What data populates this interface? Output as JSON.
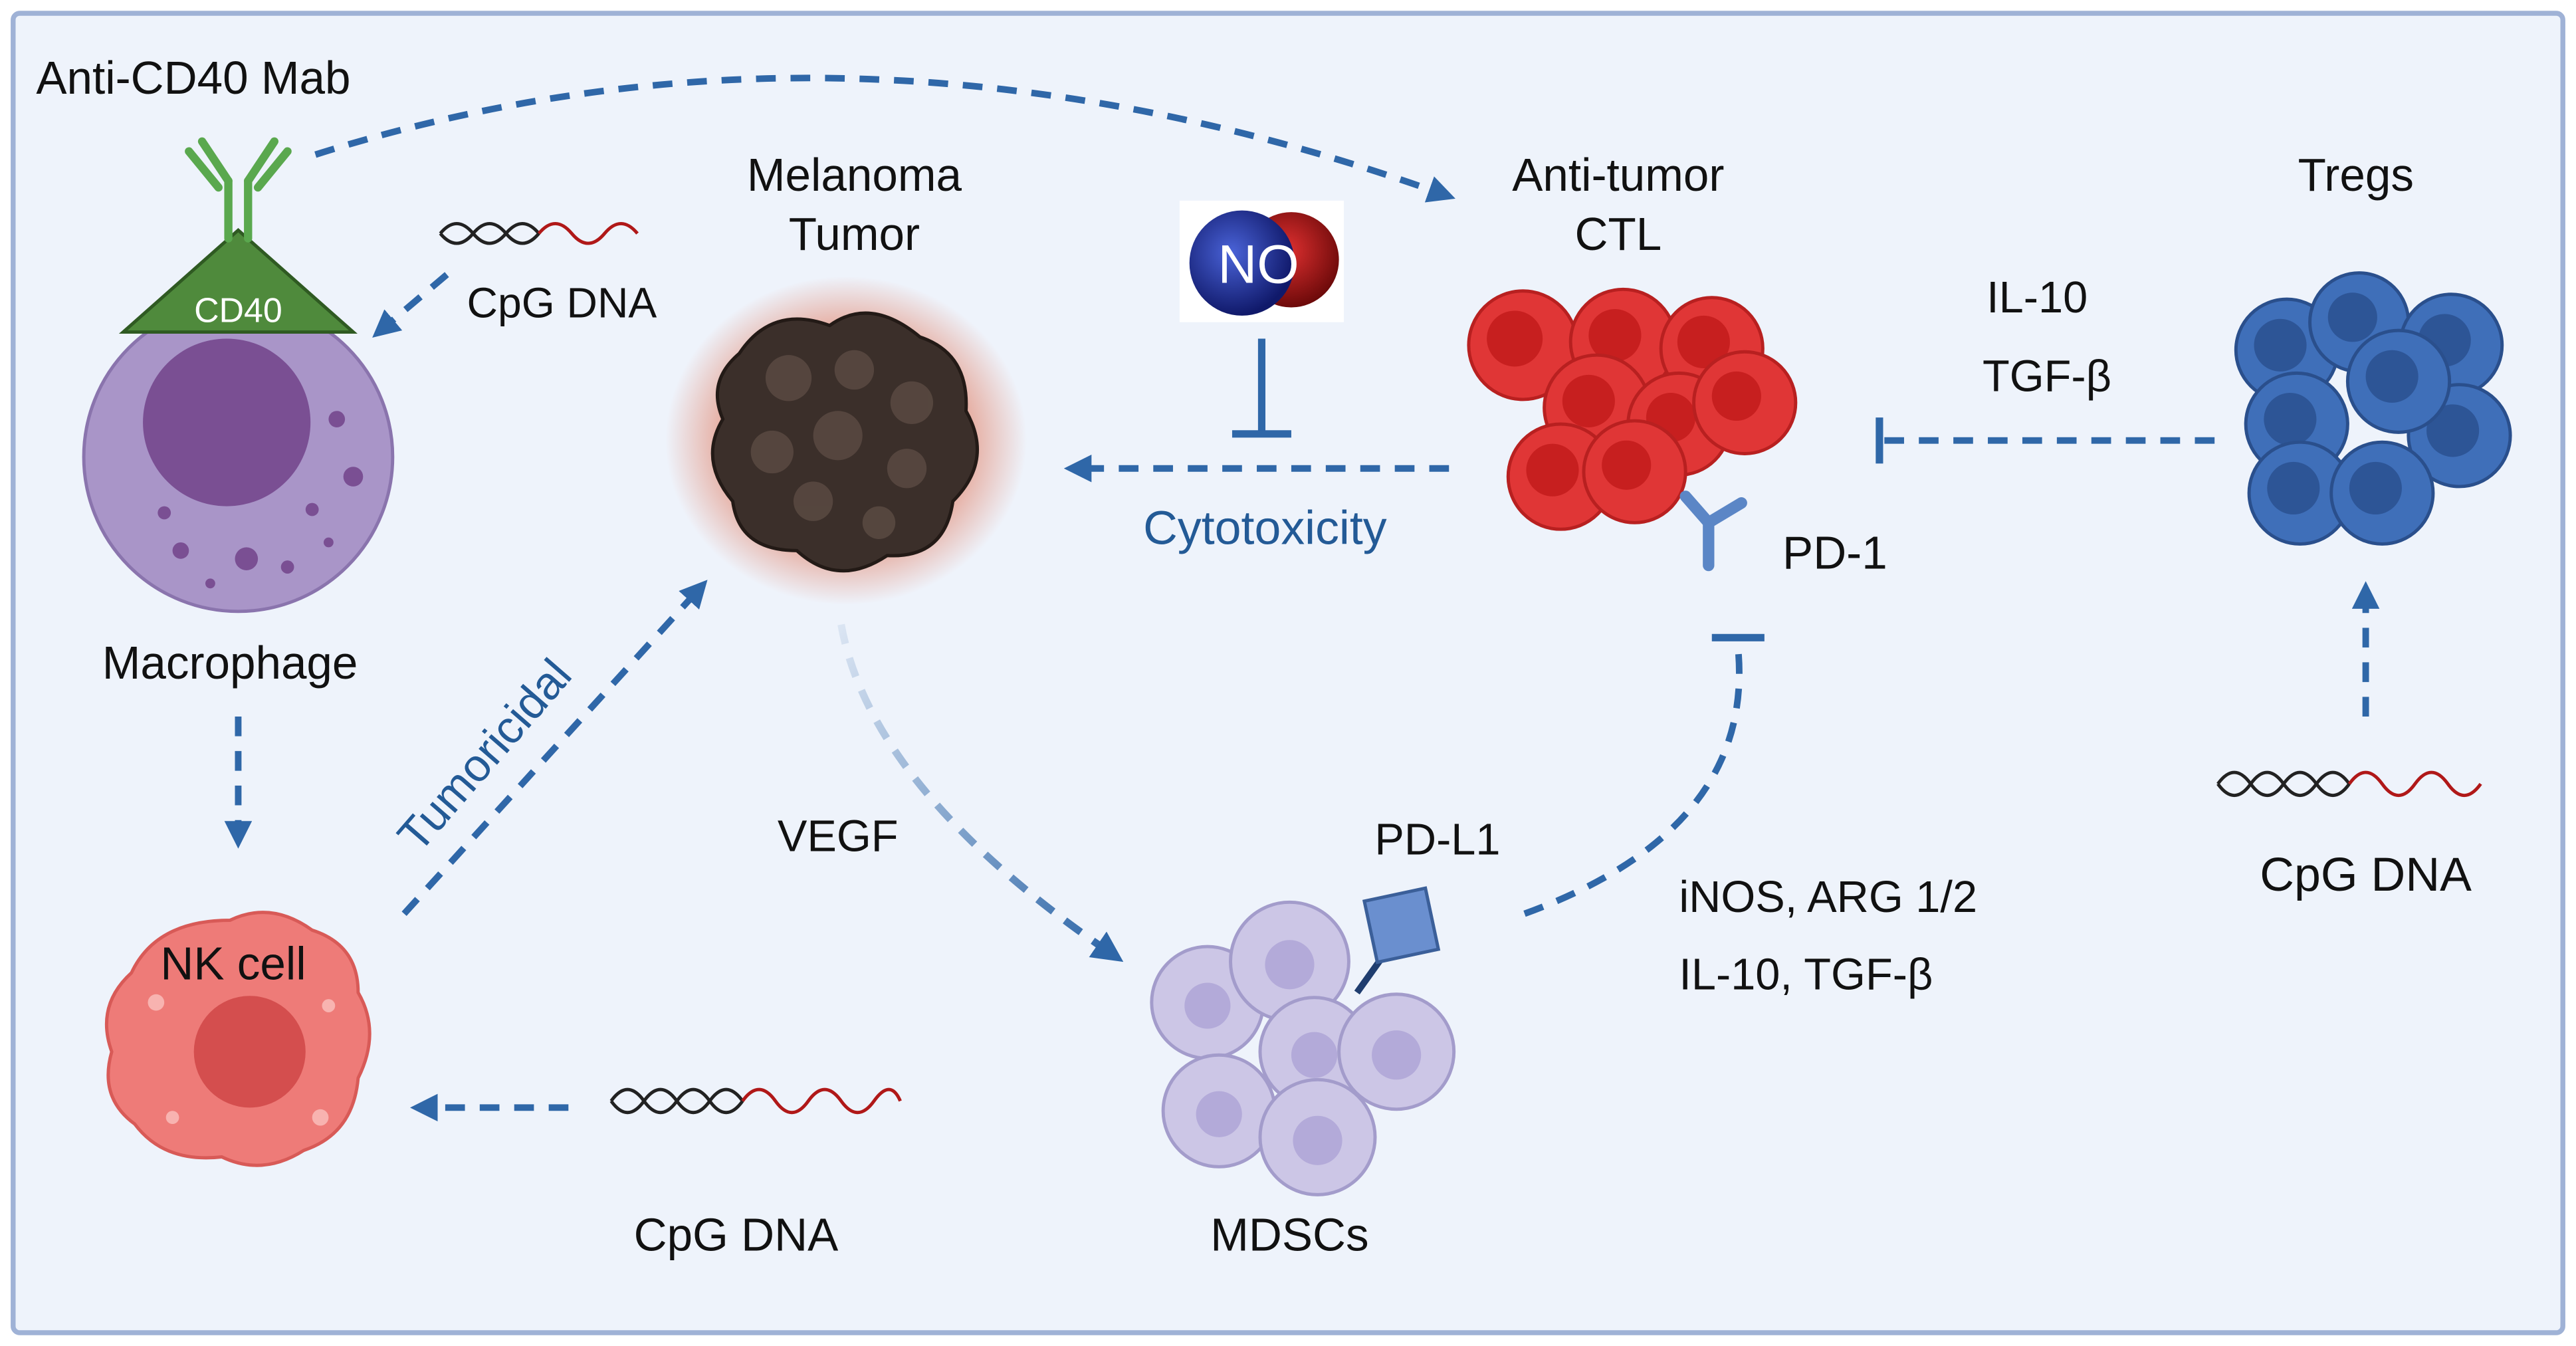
{
  "colors": {
    "background": "#eef3fb",
    "frame": "#9fb2d6",
    "arrow": "#2f67a8",
    "blue_text": "#235a96",
    "macrophage": "#a995c8",
    "macrophage_nucleus": "#7a4f93",
    "cd40": "#4f8a3c",
    "antibody": "#5aa84e",
    "tumor": "#3b2f2a",
    "tumor_halo": "#e07a5f",
    "ctl": "#e03636",
    "treg": "#3f6fb9",
    "nk": "#ee7b78",
    "nk_nucleus": "#d44e4e",
    "mdsc": "#ccc6e6",
    "pdl1": "#6a8fcf",
    "no_blue": "#1f2f8f",
    "no_red": "#b01818"
  },
  "icons": {
    "antibody": "antibody-icon",
    "receptor": "cd40-receptor-icon",
    "dna": "dna-icon",
    "no_molecule": "nitric-oxide-icon",
    "pd1": "pd1-receptor-icon",
    "pdl1": "pdl1-ligand-icon"
  },
  "labels": {
    "anti_cd40": "Anti-CD40 Mab",
    "cd40": "CD40",
    "cpg_macrophage": "CpG DNA",
    "macrophage": "Macrophage",
    "melanoma_1": "Melanoma",
    "melanoma_2": "Tumor",
    "no": "NO",
    "ctl_1": "Anti-tumor",
    "ctl_2": "CTL",
    "tregs": "Tregs",
    "il10": "IL-10",
    "tgfb": "TGF-β",
    "cytotoxicity": "Cytotoxicity",
    "pd1": "PD-1",
    "tumoricidal": "Tumoricidal",
    "vegf": "VEGF",
    "pdl1": "PD-L1",
    "inos": "iNOS, ARG 1/2",
    "il10_tgfb": "IL-10, TGF-β",
    "nk": "NK cell",
    "cpg_nk": "CpG DNA",
    "mdscs": "MDSCs",
    "cpg_tregs": "CpG DNA"
  }
}
